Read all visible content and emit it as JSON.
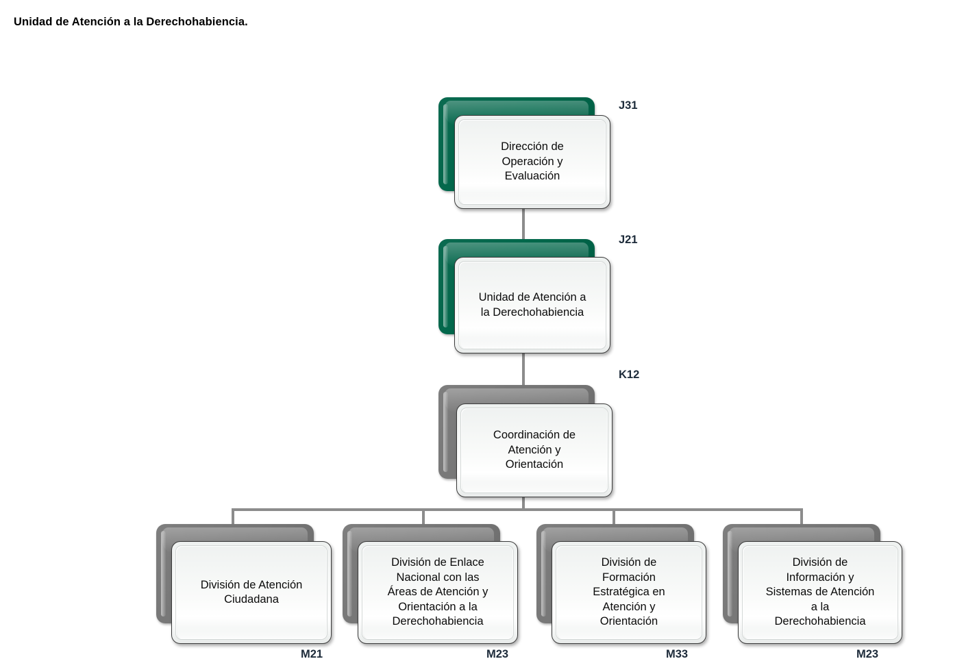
{
  "page": {
    "title": "Unidad de Atención a la Derechohabiencia."
  },
  "colors": {
    "green_card": "#00674a",
    "gray_card": "#767676",
    "connector": "#8c8c8c",
    "front_card_border": "#3a3a3a",
    "code_text": "#1d2b3a",
    "background": "#ffffff"
  },
  "chart_data": {
    "type": "diagram",
    "subtype": "organizational-chart",
    "title": "Unidad de Atención a la Derechohabiencia.",
    "orientation": "top-down",
    "levels": 4
  },
  "nodes": {
    "level1": {
      "code": "J31",
      "text": "Dirección de\nOperación y\nEvaluación",
      "back_color": "green"
    },
    "level2": {
      "code": "J21",
      "text": "Unidad de Atención a\nla Derechohabiencia",
      "back_color": "green"
    },
    "level3": {
      "code": "K12",
      "text": "Coordinación de\nAtención y\nOrientación",
      "back_color": "gray"
    },
    "level4": [
      {
        "code": "M21",
        "text": "División de Atención\nCiudadana",
        "back_color": "gray"
      },
      {
        "code": "M23",
        "text": "División de Enlace\nNacional con las\nÁreas de Atención y\nOrientación a la\nDerechohabiencia",
        "back_color": "gray"
      },
      {
        "code": "M33",
        "text": "División de\nFormación\nEstratégica en\nAtención y\nOrientación",
        "back_color": "gray"
      },
      {
        "code": "M23",
        "text": "División de\nInformación y\nSistemas de Atención\na la\nDerechohabiencia",
        "back_color": "gray"
      }
    ]
  }
}
